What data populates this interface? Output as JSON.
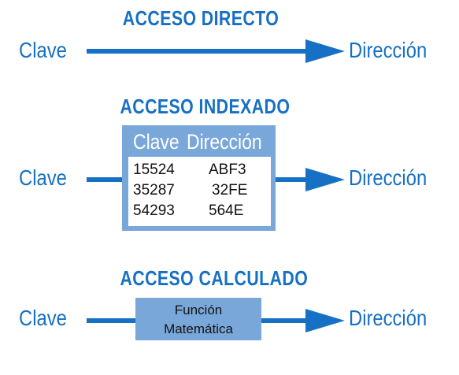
{
  "colors": {
    "accent": "#1670c4",
    "box": "#7aa7d9"
  },
  "direct": {
    "title": "ACCESO DIRECTO",
    "from": "Clave",
    "to": "Dirección"
  },
  "indexed": {
    "title": "ACCESO INDEXADO",
    "from": "Clave",
    "to": "Dirección",
    "columns": [
      "Clave",
      "Dirección"
    ],
    "rows": [
      [
        "15524",
        "ABF3"
      ],
      [
        "35287",
        "32FE"
      ],
      [
        "54293",
        "564E"
      ]
    ]
  },
  "calculated": {
    "title": "ACCESO CALCULADO",
    "from": "Clave",
    "to": "Dirección",
    "function_line1": "Función",
    "function_line2": "Matemática"
  }
}
